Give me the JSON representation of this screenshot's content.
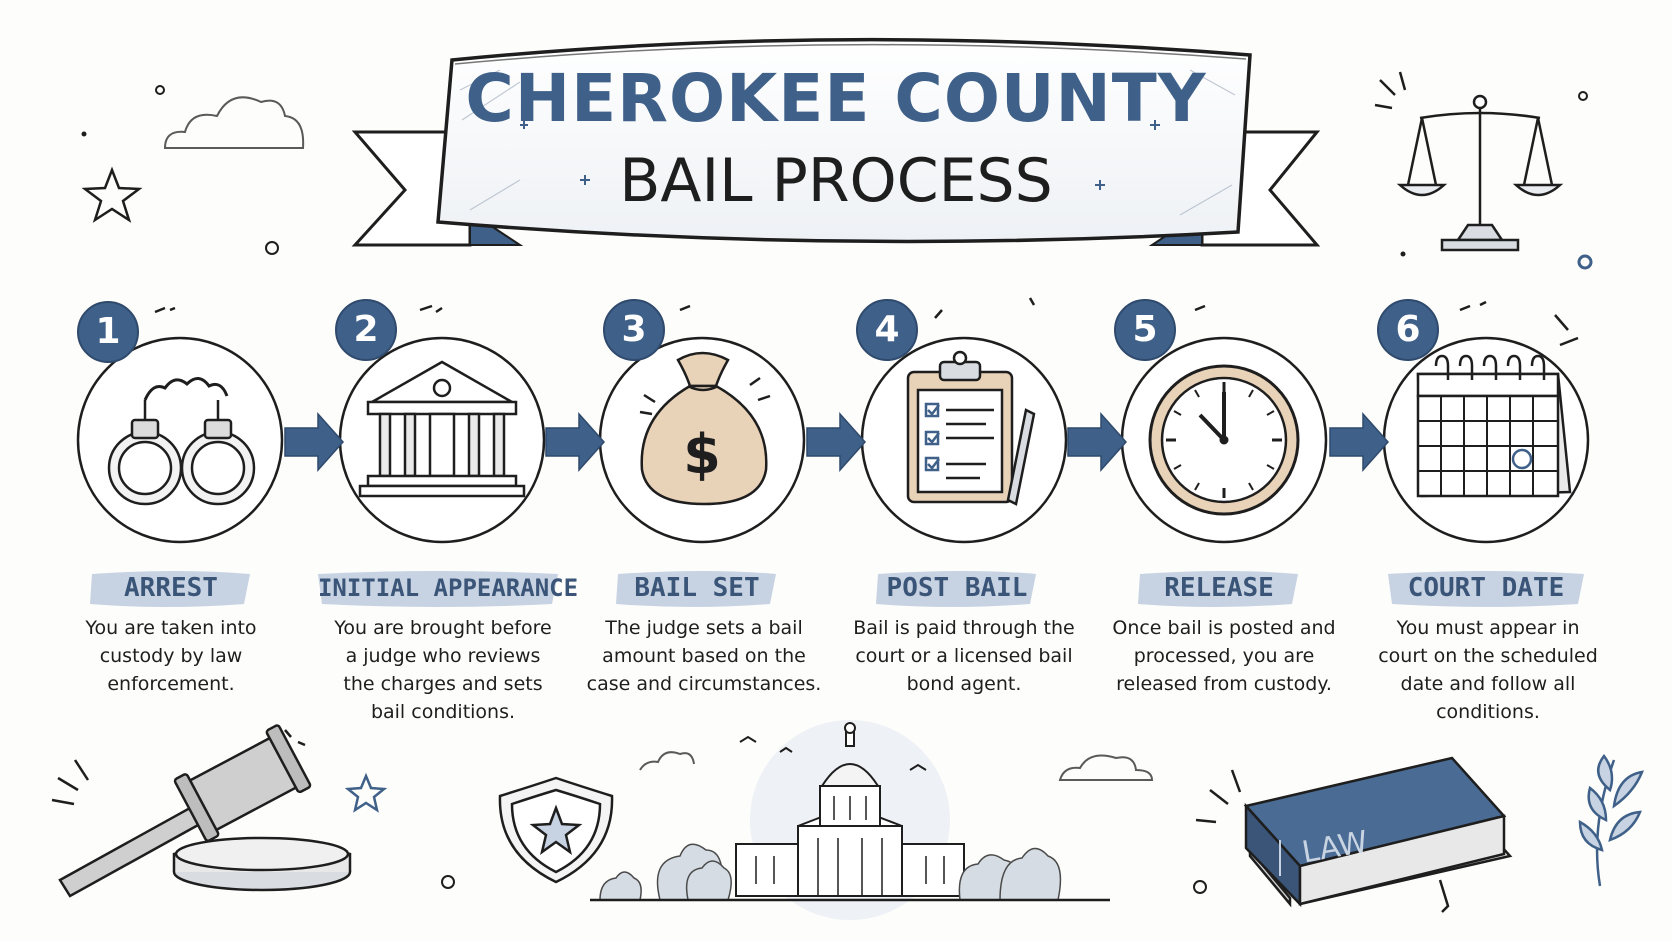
{
  "title": {
    "line1": "CHEROKEE COUNTY",
    "line2": "BAIL PROCESS"
  },
  "colors": {
    "accent": "#3f6088",
    "label_bg": "#c7d3e2",
    "ink": "#1e1e1e",
    "money": "#e8d2b8"
  },
  "steps": [
    {
      "number": "1",
      "label": "ARREST",
      "icon": "handcuffs-icon",
      "description": [
        "You are taken into",
        "custody by law",
        "enforcement."
      ]
    },
    {
      "number": "2",
      "label": "INITIAL APPEARANCE",
      "icon": "courthouse-icon",
      "description": [
        "You are brought before",
        "a judge who reviews",
        "the charges and sets",
        "bail conditions."
      ]
    },
    {
      "number": "3",
      "label": "BAIL SET",
      "icon": "money-bag-icon",
      "description": [
        "The judge sets a bail",
        "amount based on the",
        "case and circumstances."
      ]
    },
    {
      "number": "4",
      "label": "POST BAIL",
      "icon": "clipboard-icon",
      "description": [
        "Bail is paid through the",
        "court or a licensed bail",
        "bond agent."
      ]
    },
    {
      "number": "5",
      "label": "RELEASE",
      "icon": "clock-icon",
      "description": [
        "Once bail is posted and",
        "processed, you are",
        "released from custody."
      ]
    },
    {
      "number": "6",
      "label": "COURT DATE",
      "icon": "calendar-icon",
      "description": [
        "You must appear in",
        "court on the scheduled",
        "date and follow all",
        "conditions."
      ]
    }
  ],
  "book": {
    "label": "LAW"
  },
  "money_symbol": "$"
}
